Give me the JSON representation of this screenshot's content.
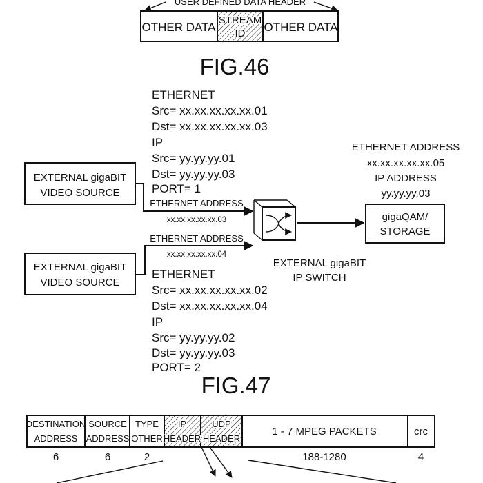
{
  "fig46": {
    "header_label": "USER DEFINED DATA HEADER",
    "cells": [
      "OTHER DATA",
      "STREAM",
      "ID",
      "OTHER DATA"
    ],
    "caption": "FIG.46"
  },
  "fig47": {
    "source1": [
      "EXTERNAL gigaBIT",
      "VIDEO SOURCE"
    ],
    "source2": [
      "EXTERNAL gigaBIT",
      "VIDEO SOURCE"
    ],
    "block1": [
      "ETHERNET",
      "Src=  xx.xx.xx.xx.xx.01",
      "Dst=  xx.xx.xx.xx.xx.03",
      "IP",
      "Src=  yy.yy.yy.01",
      "Dst=  yy.yy.yy.03",
      "PORT=  1"
    ],
    "block2": [
      "ETHERNET",
      "Src=  xx.xx.xx.xx.xx.02",
      "Dst=  xx.xx.xx.xx.xx.04",
      "IP",
      "Src=  yy.yy.yy.02",
      "Dst=  yy.yy.yy.03",
      "PORT=  2"
    ],
    "link1": [
      "ETHERNET ADDRESS",
      "xx.xx.xx.xx.xx.03"
    ],
    "link2": [
      "ETHERNET ADDRESS",
      "xx.xx.xx.xx.xx.04"
    ],
    "switch_label": [
      "EXTERNAL gigaBIT",
      "IP SWITCH"
    ],
    "dest_address": [
      "ETHERNET ADDRESS",
      "xx.xx.xx.xx.xx.05",
      "IP ADDRESS",
      "yy.yy.yy.03"
    ],
    "dest_box": [
      "gigaQAM/",
      "STORAGE"
    ],
    "caption": "FIG.47"
  },
  "packet": {
    "cells": [
      {
        "l1": "DESTINATION",
        "l2": "ADDRESS",
        "size": "6"
      },
      {
        "l1": "SOURCE",
        "l2": "ADDRESS",
        "size": "6"
      },
      {
        "l1": "TYPE",
        "l2": "OTHER",
        "size": "2"
      },
      {
        "l1": "IP",
        "l2": "HEADER",
        "size": ""
      },
      {
        "l1": "UDP",
        "l2": "HEADER",
        "size": ""
      },
      {
        "l1": "1  -  7  MPEG  PACKETS",
        "l2": "",
        "size": "188-1280"
      },
      {
        "l1": "crc",
        "l2": "",
        "size": "4"
      }
    ]
  }
}
